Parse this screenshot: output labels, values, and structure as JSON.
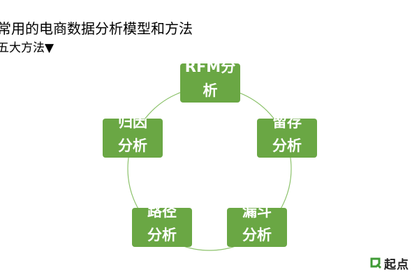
{
  "title": "常用的电商数据分析模型和方法",
  "subtitle": "五大方法▼",
  "colors": {
    "node_fill": "#6aa744",
    "circle_stroke": "#8cc26b",
    "logo_green": "#3f9b35"
  },
  "nodes": [
    {
      "label": "RFM分\n析"
    },
    {
      "label": "留存\n分析"
    },
    {
      "label": "漏斗\n分析"
    },
    {
      "label": "路径\n分析"
    },
    {
      "label": "归因\n分析"
    }
  ],
  "logo": {
    "text": "起点"
  }
}
